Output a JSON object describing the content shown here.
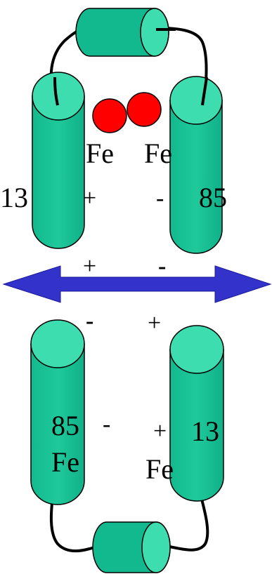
{
  "colors": {
    "cylinder_body": "#12B98E",
    "cylinder_cap": "#3DDDB0",
    "iron_atom": "#FF0000",
    "arrow": "#3333CC",
    "loop": "#000000"
  },
  "top": {
    "fe_left": "Fe",
    "fe_right": "Fe",
    "helix_left_number": "13",
    "helix_right_number": "85",
    "charge_left": "+",
    "charge_right": "-"
  },
  "middle": {
    "charge_upper_left": "+",
    "charge_upper_right": "-",
    "charge_lower_left": "-",
    "charge_lower_right": "+"
  },
  "bottom": {
    "helix_left_number": "85",
    "helix_right_number": "13",
    "charge_left": "-",
    "charge_right": "+",
    "fe_left": "Fe",
    "fe_right": "Fe"
  }
}
